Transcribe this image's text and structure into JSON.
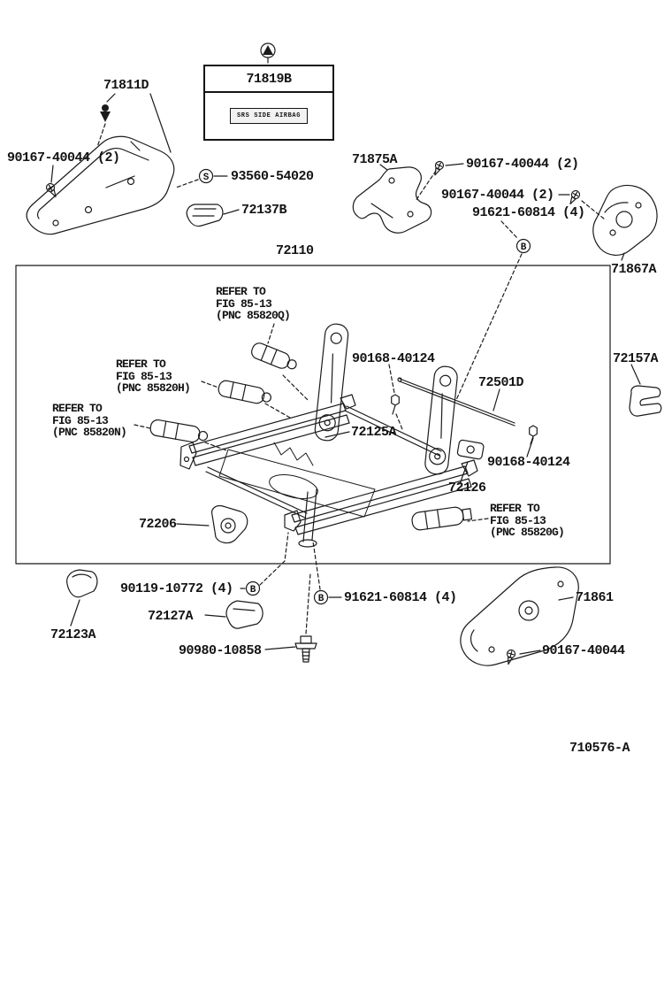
{
  "figure": {
    "code": "710576-A"
  },
  "airbag_box": {
    "part_no": "71819B",
    "tag": "SRS SIDE AIRBAG"
  },
  "symbols": {
    "s": "S",
    "b": "B"
  },
  "callouts": {
    "p71811d": "71811D",
    "screw_left": "90167-40044 (2)",
    "s93560": "93560-54020",
    "p72137b": "72137B",
    "p71875a": "71875A",
    "screw_top_right_1": "90167-40044 (2)",
    "screw_top_right_2": "90167-40044 (2)",
    "bolt_91621_top": "91621-60814 (4)",
    "p71867a": "71867A",
    "p72110": "72110",
    "bolt_90168_top": "90168-40124",
    "p72501d": "72501D",
    "p72157a": "72157A",
    "p72125a": "72125A",
    "bolt_90168_right": "90168-40124",
    "p72126": "72126",
    "p72206": "72206",
    "bolt_90119": "90119-10772 (4)",
    "p72123a": "72123A",
    "p72127a": "72127A",
    "bolt_91621_bottom": "91621-60814 (4)",
    "p90980": "90980-10858",
    "p71861": "71861",
    "screw_bottom": "90167-40044"
  },
  "refer_blocks": {
    "q": {
      "line1": "REFER TO",
      "line2": "FIG 85-13",
      "line3": "(PNC 85820Q)"
    },
    "h": {
      "line1": "REFER TO",
      "line2": "FIG 85-13",
      "line3": "(PNC 85820H)"
    },
    "n": {
      "line1": "REFER TO",
      "line2": "FIG 85-13",
      "line3": "(PNC 85820N)"
    },
    "g": {
      "line1": "REFER TO",
      "line2": "FIG 85-13",
      "line3": "(PNC 85820G)"
    }
  }
}
